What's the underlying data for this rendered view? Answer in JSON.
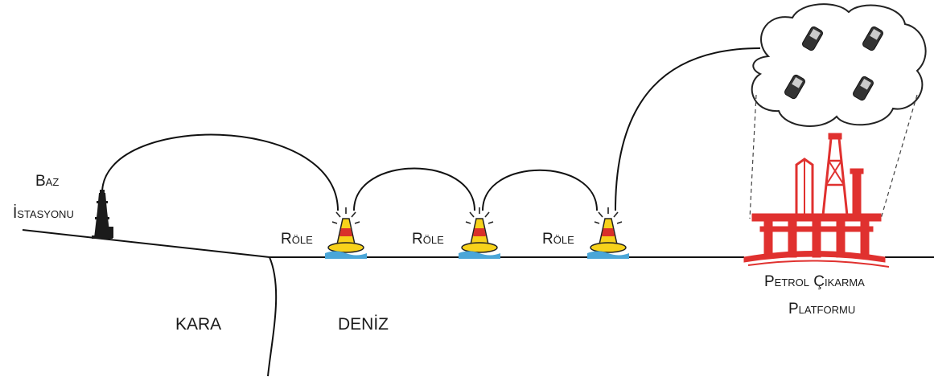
{
  "labels": {
    "base_station_line1": "Baz",
    "base_station_line2": "İstasyonu",
    "relay_1": "Röle",
    "relay_2": "Röle",
    "relay_3": "Röle",
    "land": "KARA",
    "sea": "DENİZ",
    "platform_line1": "Petrol Çıkarma",
    "platform_line2": "Platformu"
  },
  "colors": {
    "line": "#111111",
    "platform": "#e0312f",
    "buoy_yellow": "#f7d21b",
    "buoy_red": "#d9302a",
    "water": "#4aa6d8",
    "phone": "#333333"
  }
}
